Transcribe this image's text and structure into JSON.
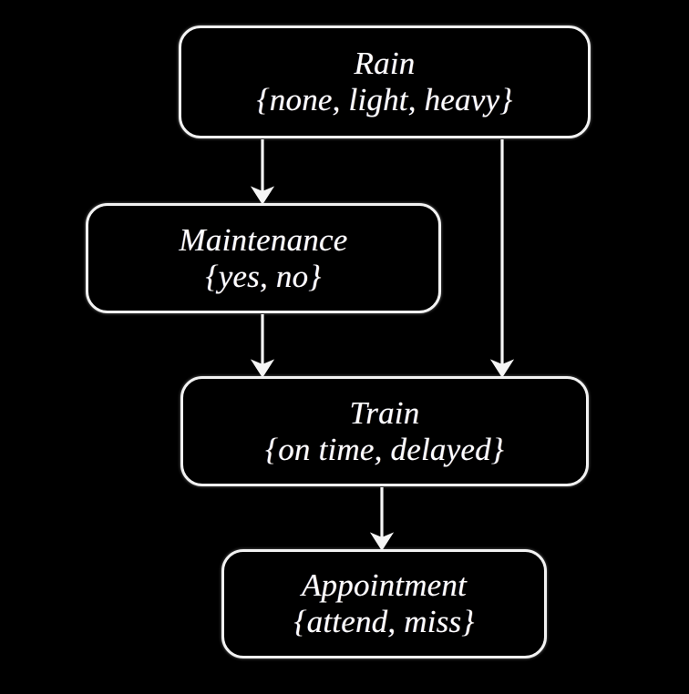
{
  "diagram": {
    "type": "bayesian-network",
    "background_color": "#000000",
    "stroke_color": "#ffffff",
    "nodes": [
      {
        "id": "rain",
        "title": "Rain",
        "states": "{none, light, heavy}"
      },
      {
        "id": "maintenance",
        "title": "Maintenance",
        "states": "{yes, no}"
      },
      {
        "id": "train",
        "title": "Train",
        "states": "{on time, delayed}"
      },
      {
        "id": "appointment",
        "title": "Appointment",
        "states": "{attend, miss}"
      }
    ],
    "edges": [
      {
        "id": "rain-to-maintenance",
        "from": "Rain",
        "to": "Maintenance"
      },
      {
        "id": "rain-to-train",
        "from": "Rain",
        "to": "Train"
      },
      {
        "id": "maintenance-to-train",
        "from": "Maintenance",
        "to": "Train"
      },
      {
        "id": "train-to-appointment",
        "from": "Train",
        "to": "Appointment"
      }
    ]
  }
}
